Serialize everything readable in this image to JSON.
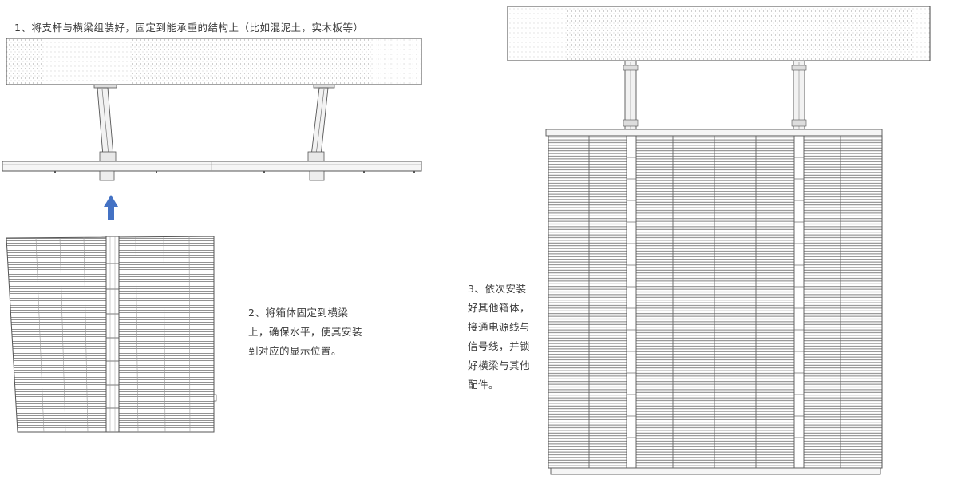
{
  "steps": [
    {
      "id": 1,
      "text": "1、将支杆与横梁组装好，固定到能承重的结构上（比如混泥土，实木板等）"
    },
    {
      "id": 2,
      "text": "2、将箱体固定到横梁上，确保水平，使其安装到对应的显示位置。"
    },
    {
      "id": 3,
      "text": "3、依次安装好其他箱体，接通电源线与信号线，并锁好横梁与其他配件。"
    }
  ],
  "arrow": {
    "icon": "up-arrow-icon",
    "color": "#4472c4"
  },
  "colors": {
    "line": "#555555",
    "panel_dots": "#9a9a9a",
    "mesh": "#8a8a8a",
    "background": "#ffffff"
  }
}
